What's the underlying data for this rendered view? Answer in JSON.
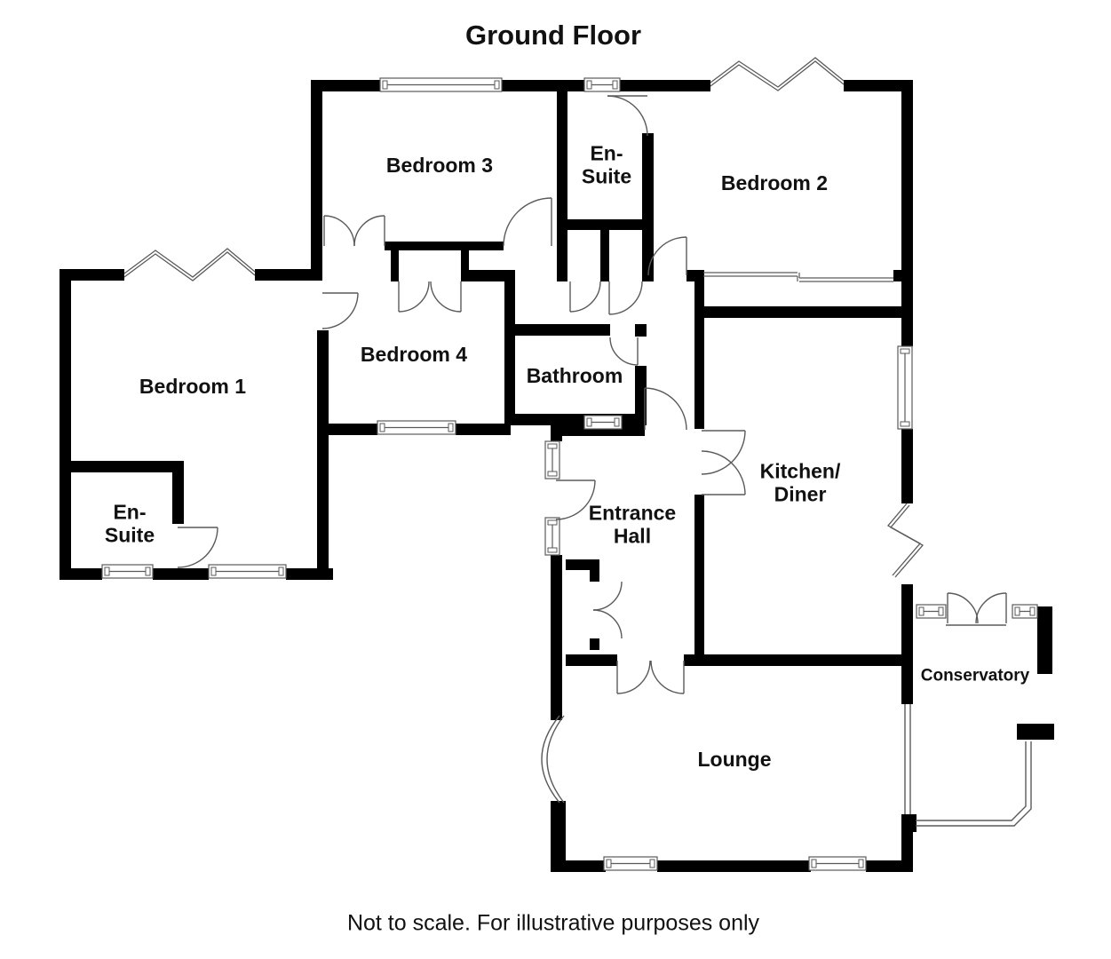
{
  "title": "Ground Floor",
  "footer": "Not to scale. For illustrative purposes only",
  "colors": {
    "wall": "#000000",
    "background": "#ffffff",
    "thin_line": "#5a5a5a",
    "text": "#111111"
  },
  "rooms": {
    "bedroom3": {
      "label": "Bedroom 3"
    },
    "ensuite_top": {
      "line1": "En-",
      "line2": "Suite"
    },
    "bedroom2": {
      "label": "Bedroom 2"
    },
    "bedroom1": {
      "label": "Bedroom 1"
    },
    "bedroom4": {
      "label": "Bedroom 4"
    },
    "bathroom": {
      "label": "Bathroom"
    },
    "ensuite_bottom": {
      "line1": "En-",
      "line2": "Suite"
    },
    "entrance_hall": {
      "line1": "Entrance",
      "line2": "Hall"
    },
    "kitchen_diner": {
      "line1": "Kitchen/",
      "line2": "Diner"
    },
    "lounge": {
      "label": "Lounge"
    },
    "conservatory": {
      "label": "Conservatory"
    }
  },
  "features": {
    "window_count": 13,
    "door_arcs": [
      "en-suite-top-door",
      "closet-door-left",
      "closet-door-right",
      "bedroom3-door",
      "bedroom1-door",
      "bedroom2-door",
      "bathroom-door",
      "inner-hall-door",
      "kitchen-double-door",
      "front-door",
      "lounge-double-door",
      "hall-cupboard-bifold",
      "en-suite-bottom-door",
      "bedroom3-wardrobe-doors",
      "bedroom4-wardrobe-doors",
      "conservatory-french-doors"
    ],
    "break_lines": [
      "left-wall-break",
      "top-right-wall-break",
      "kitchen-right-wall-break"
    ],
    "bay_window": "lounge-bow-window",
    "sliding_door": "bedroom2-sliding-door"
  }
}
